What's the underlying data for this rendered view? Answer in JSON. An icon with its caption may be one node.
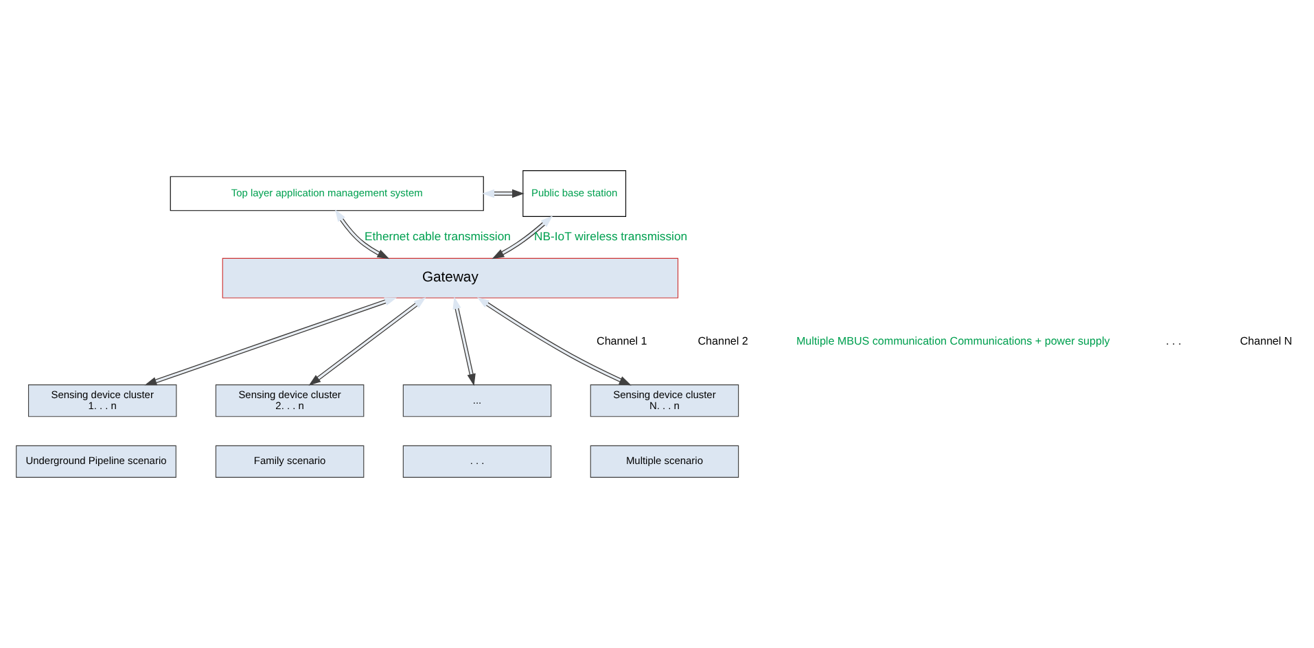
{
  "diagram": {
    "nodes": [
      {
        "text": [
          "Top layer application management system"
        ]
      },
      {
        "text": [
          "Public base station"
        ]
      },
      {
        "text": [
          "Gateway"
        ]
      },
      {
        "text": [
          "Sensing device cluster",
          "1. . . n"
        ]
      },
      {
        "text": [
          "Sensing device cluster",
          "2. . . n"
        ]
      },
      {
        "text": [
          "..."
        ]
      },
      {
        "text": [
          "Sensing device cluster",
          "N. . . n"
        ]
      },
      {
        "text": [
          "Underground Pipeline scenario"
        ]
      },
      {
        "text": [
          "Family scenario"
        ]
      },
      {
        "text": [
          ". . ."
        ]
      },
      {
        "text": [
          "Multiple scenario"
        ]
      }
    ],
    "edges": [
      {
        "from": 0,
        "to": 1,
        "arrow": "both"
      },
      {
        "from": 0,
        "to": 2,
        "arrow": "both",
        "label": "Ethernet cable transmission"
      },
      {
        "from": 1,
        "to": 2,
        "arrow": "both",
        "label": "NB-IoT wireless transmission"
      },
      {
        "from": 2,
        "to": 3,
        "arrow": "both"
      },
      {
        "from": 2,
        "to": 4,
        "arrow": "both"
      },
      {
        "from": 2,
        "to": 5,
        "arrow": "both"
      },
      {
        "from": 2,
        "to": 6,
        "arrow": "both"
      }
    ],
    "labels": [
      "Channel 1",
      "Channel 2",
      "Multiple MBUS communication Communications + power supply",
      ". . .",
      "Channel N"
    ]
  }
}
